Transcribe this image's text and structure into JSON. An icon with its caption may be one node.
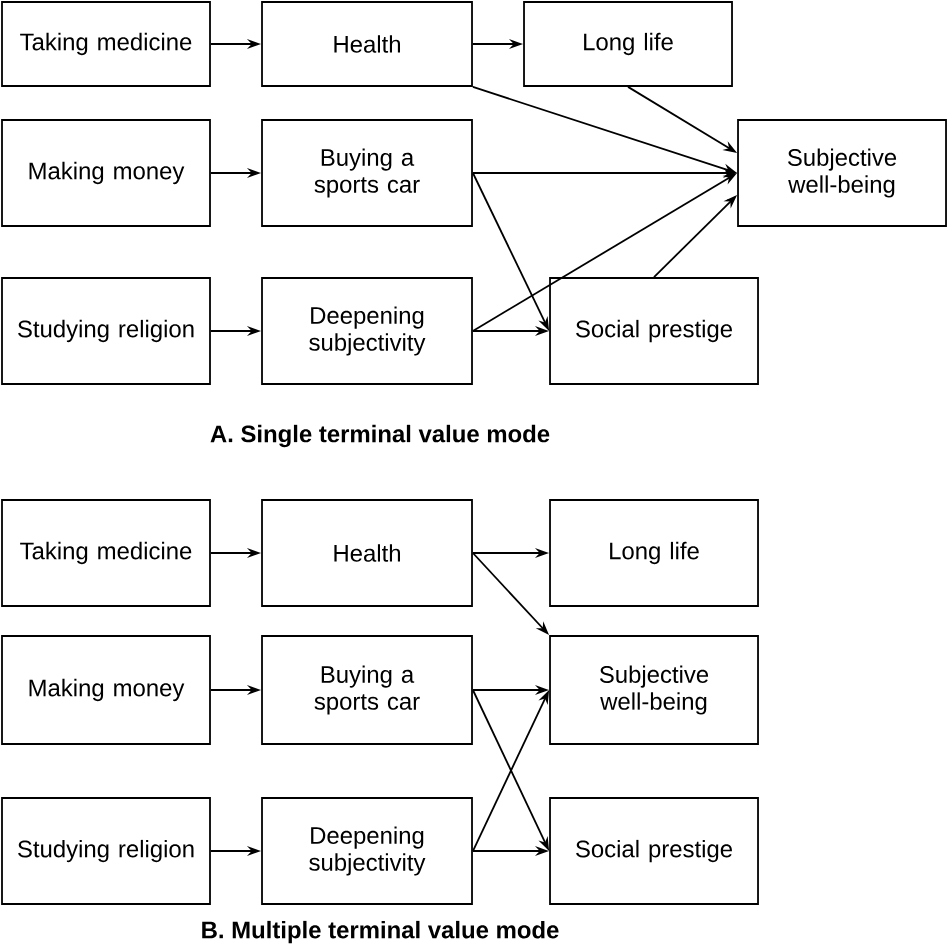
{
  "diagram": {
    "nodes": [
      {
        "text": [
          "Taking medicine"
        ]
      },
      {
        "text": [
          "Health"
        ]
      },
      {
        "text": [
          "Long life"
        ]
      },
      {
        "text": [
          "Making money"
        ]
      },
      {
        "text": [
          "Buying a sports car"
        ]
      },
      {
        "text": [
          "Subjective well-being"
        ]
      },
      {
        "text": [
          "Studying religion"
        ]
      },
      {
        "text": [
          "Deepening subjectivity"
        ]
      },
      {
        "text": [
          "Social prestige"
        ]
      },
      {
        "text": [
          "Taking medicine"
        ]
      },
      {
        "text": [
          "Health"
        ]
      },
      {
        "text": [
          "Long life"
        ]
      },
      {
        "text": [
          "Making money"
        ]
      },
      {
        "text": [
          "Buying a sports car"
        ]
      },
      {
        "text": [
          "Subjective well-being"
        ]
      },
      {
        "text": [
          "Studying religion"
        ]
      },
      {
        "text": [
          "Deepening subjectivity"
        ]
      },
      {
        "text": [
          "Social prestige"
        ]
      }
    ],
    "edges": [
      {
        "from": 0,
        "to": 1,
        "arrow": "to"
      },
      {
        "from": 1,
        "to": 2,
        "arrow": "to"
      },
      {
        "from": 1,
        "to": 5,
        "arrow": "to"
      },
      {
        "from": 2,
        "to": 5,
        "arrow": "to"
      },
      {
        "from": 3,
        "to": 4,
        "arrow": "to"
      },
      {
        "from": 4,
        "to": 5,
        "arrow": "to"
      },
      {
        "from": 4,
        "to": 8,
        "arrow": "to"
      },
      {
        "from": 6,
        "to": 7,
        "arrow": "to"
      },
      {
        "from": 7,
        "to": 5,
        "arrow": "to"
      },
      {
        "from": 7,
        "to": 8,
        "arrow": "to"
      },
      {
        "from": 8,
        "to": 5,
        "arrow": "to"
      },
      {
        "from": 9,
        "to": 10,
        "arrow": "to"
      },
      {
        "from": 10,
        "to": 11,
        "arrow": "to"
      },
      {
        "from": 10,
        "to": 14,
        "arrow": "to"
      },
      {
        "from": 12,
        "to": 13,
        "arrow": "to"
      },
      {
        "from": 13,
        "to": 14,
        "arrow": "to"
      },
      {
        "from": 13,
        "to": 17,
        "arrow": "to"
      },
      {
        "from": 15,
        "to": 16,
        "arrow": "to"
      },
      {
        "from": 16,
        "to": 14,
        "arrow": "to"
      },
      {
        "from": 16,
        "to": 17,
        "arrow": "to"
      }
    ],
    "labels": [
      "A. Single terminal value mode",
      "B. Multiple terminal value mode"
    ]
  }
}
